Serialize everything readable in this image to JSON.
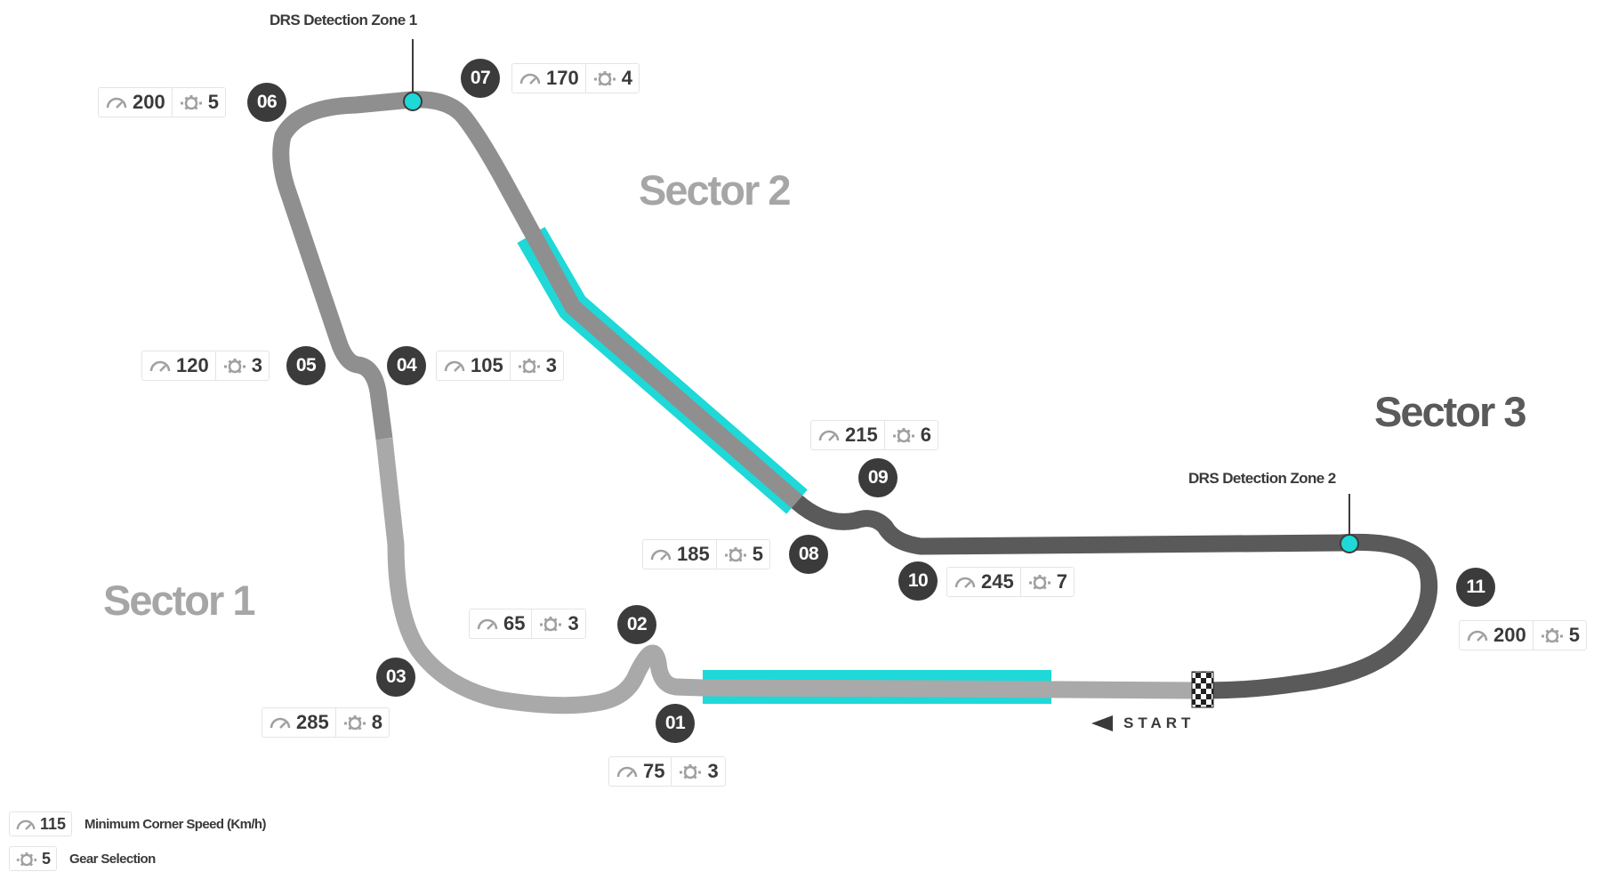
{
  "sectors": {
    "sector1": "Sector 1",
    "sector2": "Sector 2",
    "sector3": "Sector 3"
  },
  "drs": {
    "zone1": "DRS Detection Zone 1",
    "zone2": "DRS Detection Zone 2"
  },
  "start_label": "START",
  "turns": [
    {
      "num": "01",
      "speed": "75",
      "gear": "3"
    },
    {
      "num": "02",
      "speed": "65",
      "gear": "3"
    },
    {
      "num": "03",
      "speed": "285",
      "gear": "8"
    },
    {
      "num": "04",
      "speed": "105",
      "gear": "3"
    },
    {
      "num": "05",
      "speed": "120",
      "gear": "3"
    },
    {
      "num": "06",
      "speed": "200",
      "gear": "5"
    },
    {
      "num": "07",
      "speed": "170",
      "gear": "4"
    },
    {
      "num": "08",
      "speed": "185",
      "gear": "5"
    },
    {
      "num": "09",
      "speed": "215",
      "gear": "6"
    },
    {
      "num": "10",
      "speed": "245",
      "gear": "7"
    },
    {
      "num": "11",
      "speed": "200",
      "gear": "5"
    }
  ],
  "legend": {
    "speed_value": "115",
    "speed_text": "Minimum Corner Speed (Km/h)",
    "gear_value": "5",
    "gear_text": "Gear Selection"
  },
  "colors": {
    "sector1_track": "#a9a9a9",
    "sector2_track": "#8f8f8f",
    "sector3_track": "#5a5a5a",
    "drs_zone": "#1fd8d8",
    "turn_badge": "#3b3b3b",
    "icon": "#a0a0a0"
  },
  "icons": {
    "speed": "speedometer-icon",
    "gear": "gear-icon",
    "start_arrow": "arrow-left-icon",
    "finish": "checkered-flag-icon"
  }
}
